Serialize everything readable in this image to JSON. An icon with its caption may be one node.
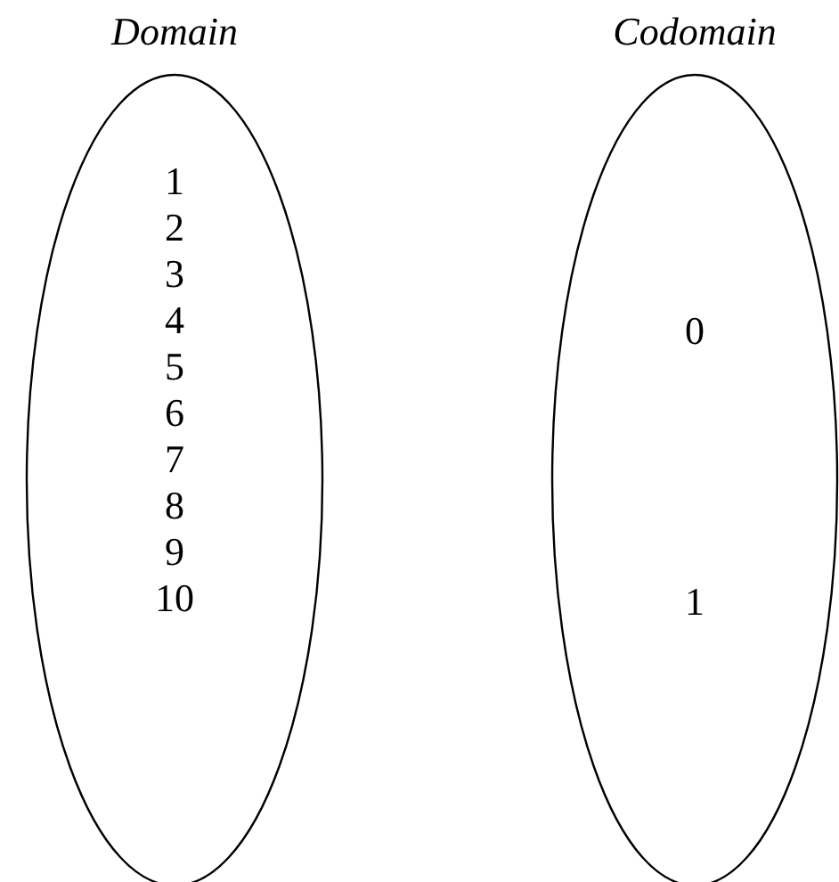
{
  "diagram": {
    "nodes": [
      {
        "text": [
          "Domain",
          "1",
          "2",
          "3",
          "4",
          "5",
          "6",
          "7",
          "8",
          "9",
          "10"
        ]
      },
      {
        "text": [
          "Codomain",
          "0",
          "1"
        ]
      }
    ]
  }
}
